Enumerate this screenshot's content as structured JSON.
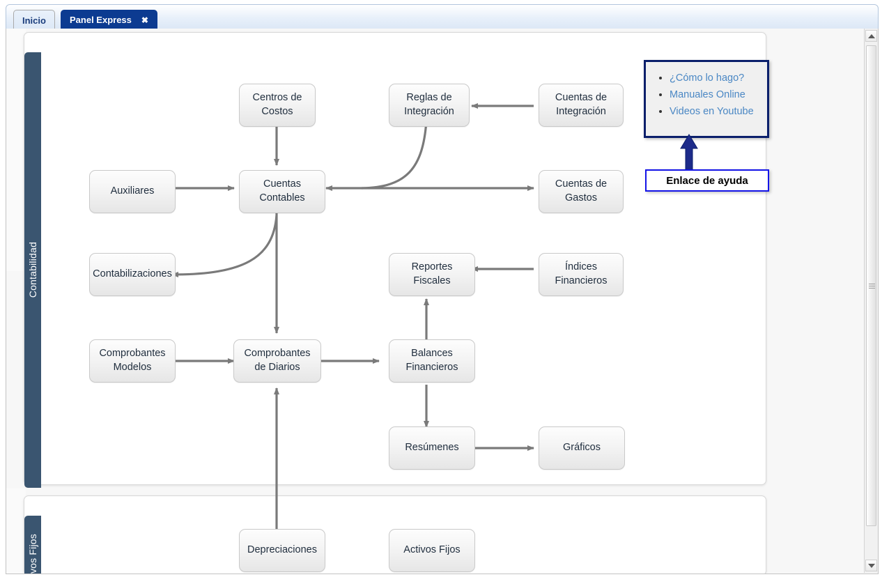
{
  "tabs": [
    {
      "label": "Inicio",
      "active": false
    },
    {
      "label": "Panel Express",
      "active": true,
      "close": "✖"
    }
  ],
  "panels": [
    {
      "id": "contabilidad",
      "side_label": "Contabilidad"
    },
    {
      "id": "activos",
      "side_label": "vos Fijos"
    }
  ],
  "nodes": {
    "centros_costos": "Centros de\nCostos",
    "centros_costos_l1": "Centros de",
    "centros_costos_l2": "Costos",
    "reglas_integracion_l1": "Reglas de",
    "reglas_integracion_l2": "Integración",
    "cuentas_integracion_l1": "Cuentas de",
    "cuentas_integracion_l2": "Integración",
    "auxiliares": "Auxiliares",
    "cuentas_contables_l1": "Cuentas",
    "cuentas_contables_l2": "Contables",
    "cuentas_gastos_l1": "Cuentas de",
    "cuentas_gastos_l2": "Gastos",
    "contabilizaciones": "Contabilizaciones",
    "reportes_fiscales_l1": "Reportes",
    "reportes_fiscales_l2": "Fiscales",
    "indices_financieros_l1": "Índices",
    "indices_financieros_l2": "Financieros",
    "comprobantes_modelos_l1": "Comprobantes",
    "comprobantes_modelos_l2": "Modelos",
    "comprobantes_diarios_l1": "Comprobantes",
    "comprobantes_diarios_l2": "de Diarios",
    "balances_financieros_l1": "Balances",
    "balances_financieros_l2": "Financieros",
    "resumenes": "Resúmenes",
    "graficos": "Gráficos",
    "depreciaciones": "Depreciaciones",
    "activos_fijos": "Activos Fijos"
  },
  "help": {
    "links": [
      "¿Cómo lo hago?",
      "Manuales Online",
      "Videos en Youtube"
    ],
    "callout": "Enlace de ayuda",
    "border_color": "#0b1f6b",
    "link_color": "#4a87c4",
    "callout_border_color": "#1414e8"
  },
  "theme": {
    "active_tab_bg": "#0c3b91",
    "sidebar_bg": "#3a5570",
    "arrow_color": "#7a7a7a",
    "node_border": "#c9c9c9"
  },
  "scrollbar": {
    "up_icon": "scroll-up-arrow",
    "down_icon": "scroll-down-arrow"
  }
}
